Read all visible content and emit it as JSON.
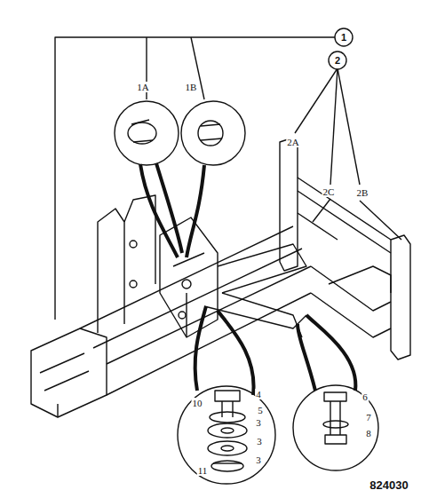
{
  "diagram": {
    "nodes": [
      {
        "text": [
          "1"
        ]
      },
      {
        "text": [
          "2"
        ]
      }
    ],
    "labels": [
      "1A",
      "1B",
      "2A",
      "2C",
      "2B",
      "4",
      "10",
      "5",
      "3",
      "3",
      "11",
      "3",
      "6",
      "7",
      "8",
      "824030"
    ]
  }
}
